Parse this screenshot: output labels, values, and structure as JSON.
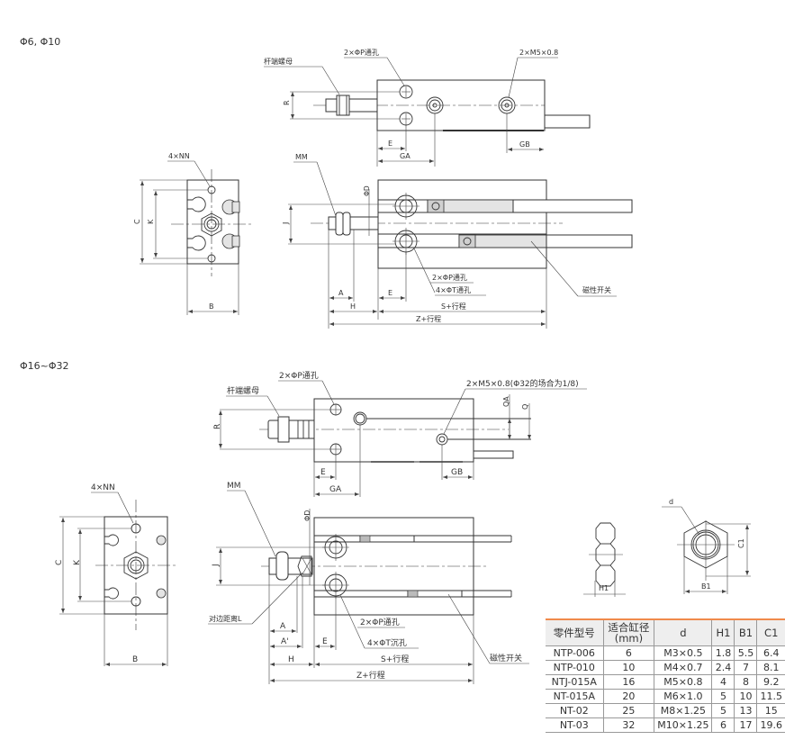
{
  "sections": {
    "small": "Φ6, Φ10",
    "large": "Φ16~Φ32"
  },
  "labels_small": {
    "rod_nut": "杆端螺母",
    "through_hole_p": "2×ΦP通孔",
    "port": "2×M5×0.8",
    "r": "R",
    "e": "E",
    "ga": "GA",
    "gb": "GB",
    "nn": "4×NN",
    "c": "C",
    "k": "K",
    "b": "B",
    "mm": "MM",
    "phi_d": "ΦD",
    "j": "J",
    "a": "A",
    "h": "H",
    "e2": "E",
    "through_hole_p2": "2×ΦP通孔",
    "through_hole_t": "4×ΦT通孔",
    "s_stroke": "S+行程",
    "z_stroke": "Z+行程",
    "switch": "磁性开关"
  },
  "labels_large": {
    "rod_nut": "杆端螺母",
    "through_hole_p": "2×ΦP通孔",
    "port": "2×M5×0.8(Φ32的场合为1/8)",
    "r": "R",
    "qa": "QA",
    "q": "Q",
    "e": "E",
    "ga": "GA",
    "gb": "GB",
    "nn": "4×NN",
    "c": "C",
    "k": "K",
    "b": "B",
    "mm": "MM",
    "phi_d": "ΦD",
    "j": "J",
    "flat": "对边距离L",
    "a": "A",
    "a_prime": "A'",
    "h": "H",
    "e2": "E",
    "through_hole_p2": "2×ΦP通孔",
    "counterbore_t": "4×ΦT沉孔",
    "s_stroke": "S+行程",
    "z_stroke": "Z+行程",
    "switch": "磁性开关"
  },
  "nut": {
    "d": "d",
    "h1": "H1",
    "b1": "B1",
    "c1": "C1"
  },
  "table": {
    "accent_color": "#f08a4b",
    "headers": [
      "零件型号",
      "适合缸径\n(mm)",
      "d",
      "H1",
      "B1",
      "C1"
    ],
    "header_part": "零件型号",
    "header_bore_1": "适合缸径",
    "header_bore_2": "(mm)",
    "rows": [
      [
        "NTP-006",
        "6",
        "M3×0.5",
        "1.8",
        "5.5",
        "6.4"
      ],
      [
        "NTP-010",
        "10",
        "M4×0.7",
        "2.4",
        "7",
        "8.1"
      ],
      [
        "NTJ-015A",
        "16",
        "M5×0.8",
        "4",
        "8",
        "9.2"
      ],
      [
        "NT-015A",
        "20",
        "M6×1.0",
        "5",
        "10",
        "11.5"
      ],
      [
        "NT-02",
        "25",
        "M8×1.25",
        "5",
        "13",
        "15"
      ],
      [
        "NT-03",
        "32",
        "M10×1.25",
        "6",
        "17",
        "19.6"
      ]
    ]
  }
}
